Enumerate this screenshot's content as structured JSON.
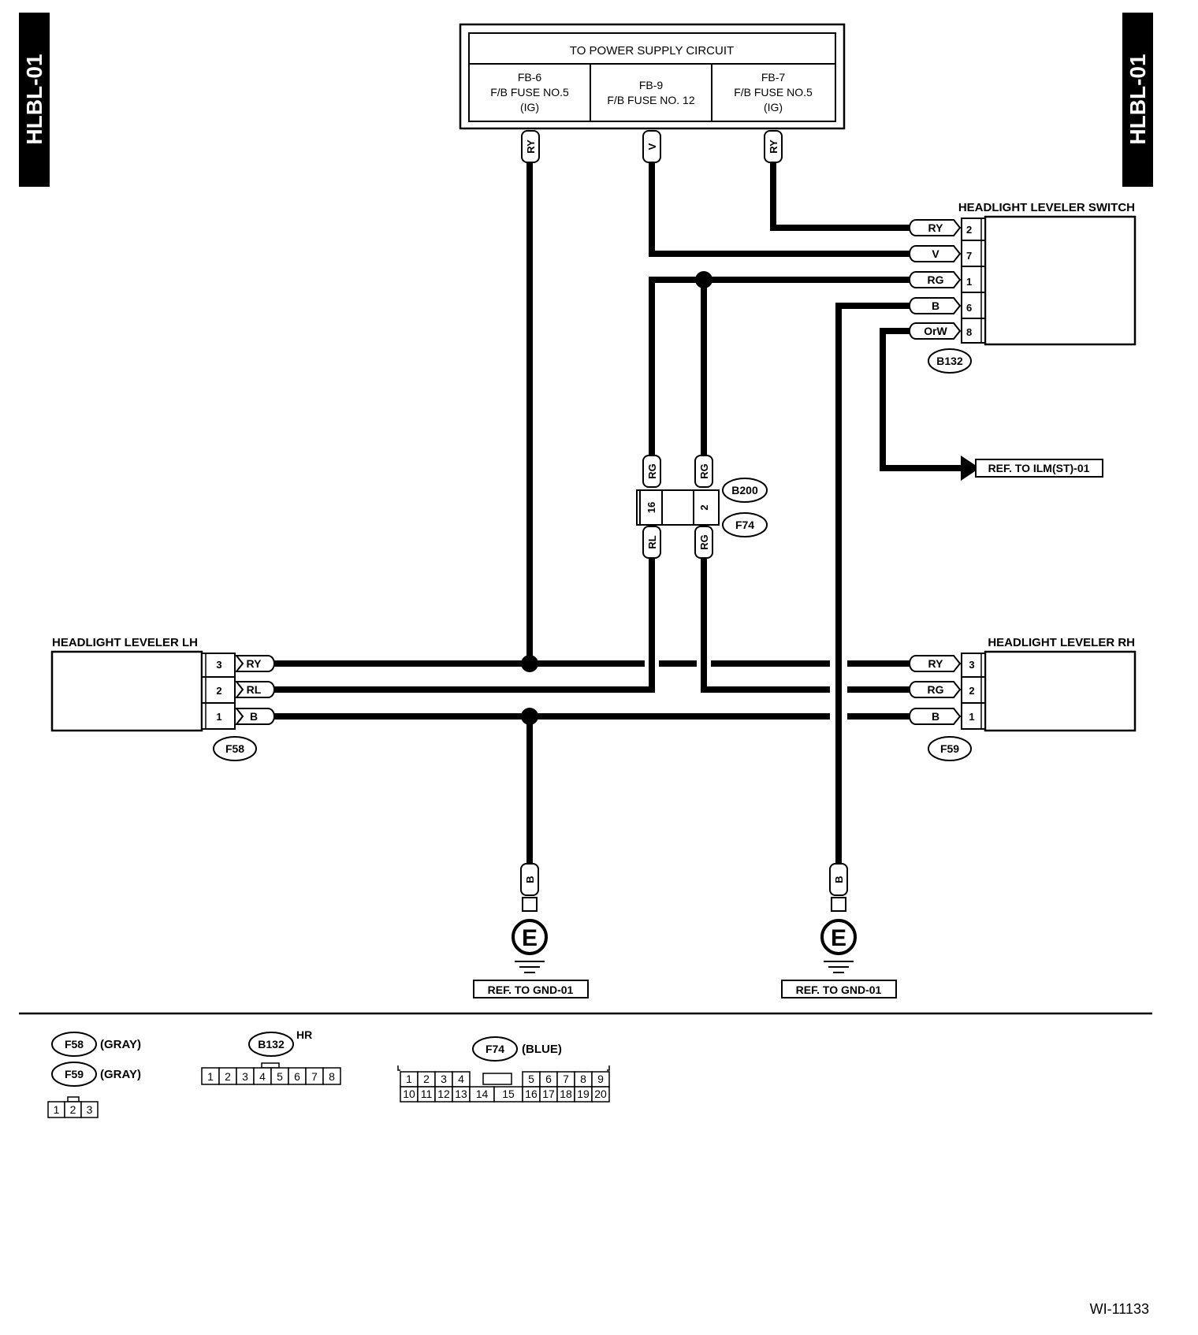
{
  "side_tabs": {
    "left": "HLBL-01",
    "right": "HLBL-01"
  },
  "power_supply": {
    "title": "TO POWER SUPPLY CIRCUIT",
    "fuses": [
      {
        "l1": "FB-6",
        "l2": "F/B FUSE NO.5",
        "l3": "(IG)"
      },
      {
        "l1": "FB-9",
        "l2": "F/B FUSE NO. 12",
        "l3": ""
      },
      {
        "l1": "FB-7",
        "l2": "F/B FUSE NO.5",
        "l3": "(IG)"
      }
    ],
    "wire_tags": [
      "RY",
      "V",
      "RY"
    ]
  },
  "switch": {
    "title": "HEADLIGHT LEVELER SWITCH",
    "connector": "B132",
    "pins": [
      {
        "color": "RY",
        "pin": "2"
      },
      {
        "color": "V",
        "pin": "7"
      },
      {
        "color": "RG",
        "pin": "1"
      },
      {
        "color": "B",
        "pin": "6"
      },
      {
        "color": "OrW",
        "pin": "8"
      }
    ],
    "ref": "REF. TO ILM(ST)-01"
  },
  "junction": {
    "top_connector": "B200",
    "bottom_connector": "F74",
    "top_tags": [
      "RG",
      "RG"
    ],
    "pins": [
      "16",
      "2"
    ],
    "bottom_tags": [
      "RL",
      "RG"
    ]
  },
  "leveler_lh": {
    "title": "HEADLIGHT LEVELER LH",
    "connector": "F58",
    "pins": [
      {
        "pin": "3",
        "color": "RY"
      },
      {
        "pin": "2",
        "color": "RL"
      },
      {
        "pin": "1",
        "color": "B"
      }
    ]
  },
  "leveler_rh": {
    "title": "HEADLIGHT LEVELER RH",
    "connector": "F59",
    "pins": [
      {
        "color": "RY",
        "pin": "3"
      },
      {
        "color": "RG",
        "pin": "2"
      },
      {
        "color": "B",
        "pin": "1"
      }
    ]
  },
  "grounds": [
    {
      "tag": "B",
      "symbol": "E",
      "ref": "REF. TO GND-01"
    },
    {
      "tag": "B",
      "symbol": "E",
      "ref": "REF. TO GND-01"
    }
  ],
  "legend": {
    "f58": {
      "id": "F58",
      "color": "(GRAY)"
    },
    "f59": {
      "id": "F59",
      "color": "(GRAY)"
    },
    "small_pins": [
      "1",
      "2",
      "3"
    ],
    "b132": {
      "id": "B132",
      "note": "HR",
      "pins": [
        "1",
        "2",
        "3",
        "4",
        "5",
        "6",
        "7",
        "8"
      ]
    },
    "f74": {
      "id": "F74",
      "color": "(BLUE)",
      "top_pins": [
        "1",
        "2",
        "3",
        "4",
        "5",
        "6",
        "7",
        "8",
        "9"
      ],
      "bottom_pins": [
        "10",
        "11",
        "12",
        "13",
        "14",
        "15",
        "16",
        "17",
        "18",
        "19",
        "20"
      ]
    }
  },
  "figure_id": "WI-11133"
}
